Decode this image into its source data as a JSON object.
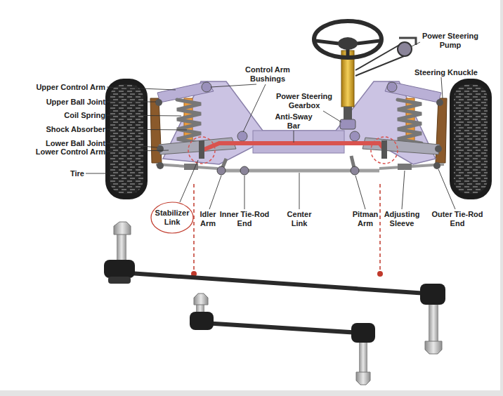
{
  "diagram": {
    "nodes": [
      {
        "text": [
          "Stabilizer Link"
        ]
      }
    ],
    "labels": [
      "Upper Control Arm",
      "Upper Ball Joint",
      "Coil Spring",
      "Shock Absorber",
      "Lower Ball Joint",
      "Lower Control Arm",
      "Tire",
      "Control Arm Bushings",
      "Power Steering Gearbox",
      "Anti-Sway Bar",
      "Power Steering Pump",
      "Steering Knuckle",
      "Idler Arm",
      "Inner Tie-Rod End",
      "Center Link",
      "Pitman Arm",
      "Adjusting Sleeve",
      "Outer Tie-Rod End"
    ]
  }
}
